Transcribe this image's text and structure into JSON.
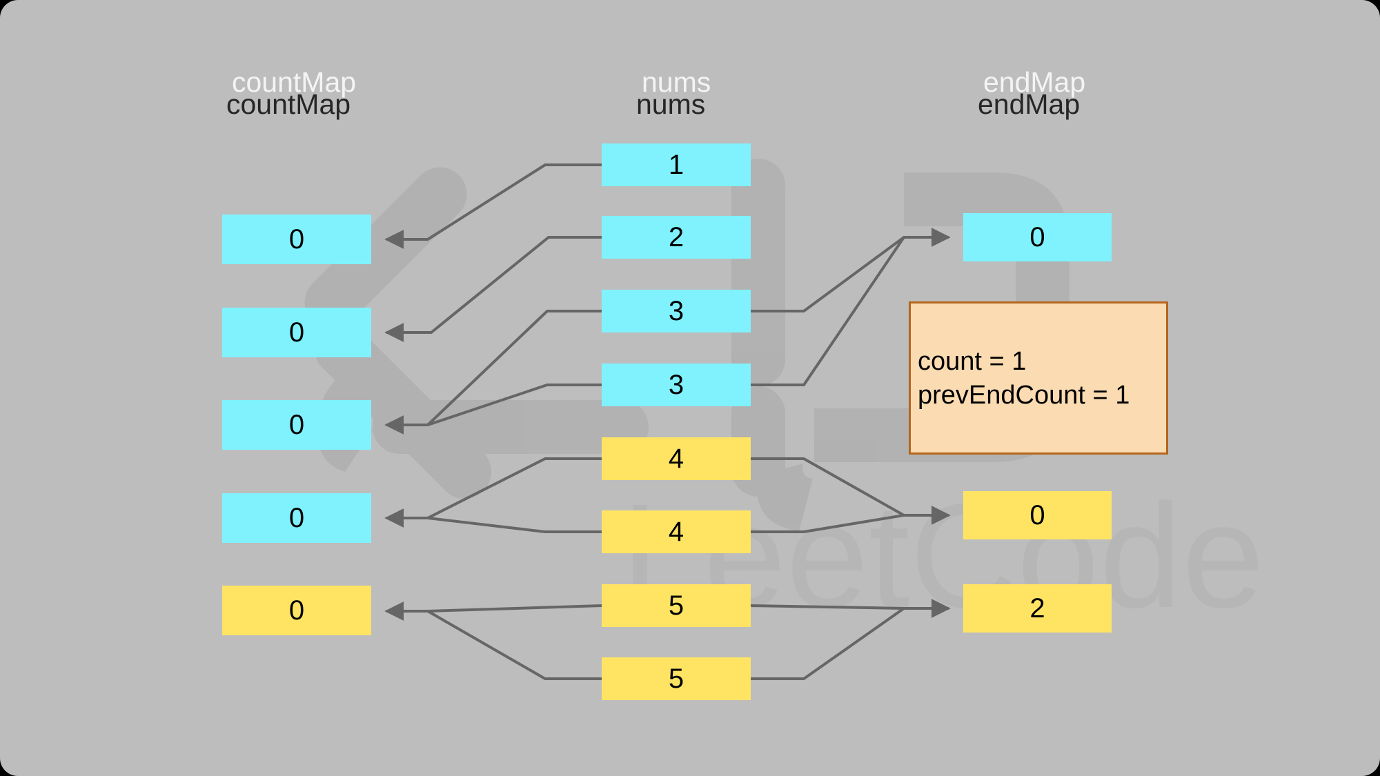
{
  "canvas": {
    "background_color": "#bdbdbd",
    "watermark_text": "LeetCode",
    "watermark_color": "#b0b0b0"
  },
  "colors": {
    "cyan": "#7ff2fe",
    "yellow": "#ffe463",
    "arrow": "#666666",
    "panel_bg": "#fbdcb2",
    "panel_border": "#b5651d",
    "label_ghost": "#f4f4f4",
    "label_solid": "#262626"
  },
  "headers": {
    "count_map": "countMap",
    "nums": "nums",
    "end_map": "endMap"
  },
  "count_map": {
    "title": "countMap",
    "cells": [
      {
        "value": "0",
        "color": "cyan"
      },
      {
        "value": "0",
        "color": "cyan"
      },
      {
        "value": "0",
        "color": "cyan"
      },
      {
        "value": "0",
        "color": "cyan"
      },
      {
        "value": "0",
        "color": "yellow"
      }
    ]
  },
  "nums": {
    "title": "nums",
    "cells": [
      {
        "value": "1",
        "color": "cyan"
      },
      {
        "value": "2",
        "color": "cyan"
      },
      {
        "value": "3",
        "color": "cyan"
      },
      {
        "value": "3",
        "color": "cyan"
      },
      {
        "value": "4",
        "color": "yellow"
      },
      {
        "value": "4",
        "color": "yellow"
      },
      {
        "value": "5",
        "color": "yellow"
      },
      {
        "value": "5",
        "color": "yellow"
      }
    ]
  },
  "end_map": {
    "title": "endMap",
    "cells": [
      {
        "value": "0",
        "color": "cyan"
      },
      {
        "value": "0",
        "color": "yellow"
      },
      {
        "value": "2",
        "color": "yellow"
      }
    ]
  },
  "info_panel": {
    "line1": "count = 1",
    "line2": "prevEndCount = 1"
  }
}
